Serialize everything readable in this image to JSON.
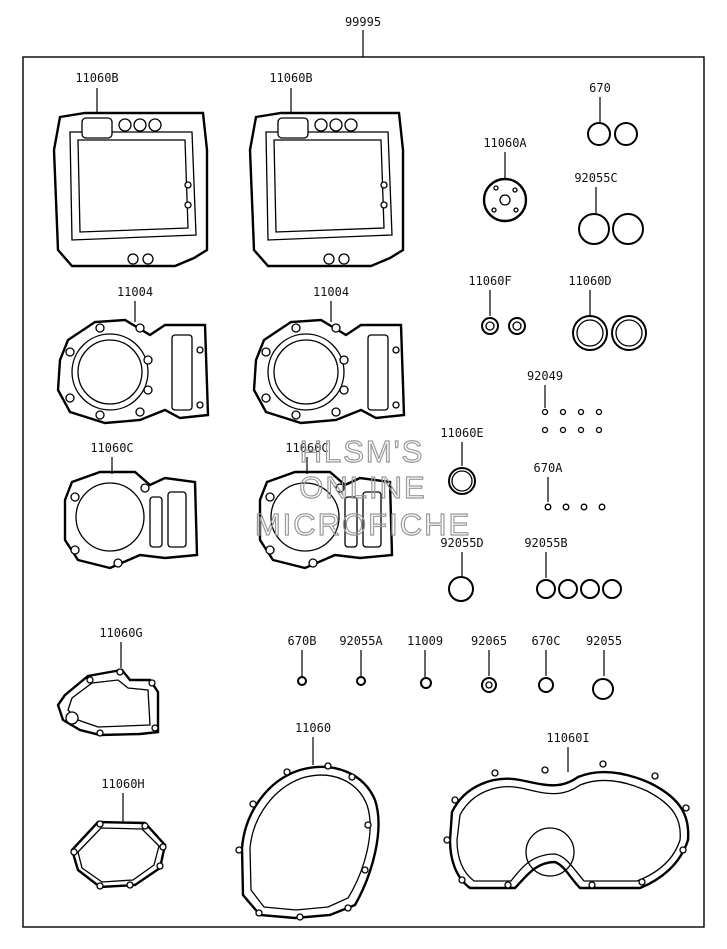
{
  "assembly_number": "99995",
  "parts": {
    "p11060B_1": "11060B",
    "p11060B_2": "11060B",
    "p670": "670",
    "p11060A": "11060A",
    "p92055C": "92055C",
    "p11004_1": "11004",
    "p11004_2": "11004",
    "p11060F": "11060F",
    "p11060D": "11060D",
    "p92049": "92049",
    "p11060C_1": "11060C",
    "p11060C_2": "11060C",
    "p11060E": "11060E",
    "p670A": "670A",
    "p92055D": "92055D",
    "p92055B": "92055B",
    "p11060G": "11060G",
    "p670B": "670B",
    "p92055A": "92055A",
    "p11009": "11009",
    "p92065": "92065",
    "p670C": "670C",
    "p92055": "92055",
    "p11060": "11060",
    "p11060I": "11060I",
    "p11060H": "11060H"
  },
  "watermark": {
    "line1": "HLSM'S",
    "line2": "ONLINE",
    "line3": "MICROFICHE"
  }
}
